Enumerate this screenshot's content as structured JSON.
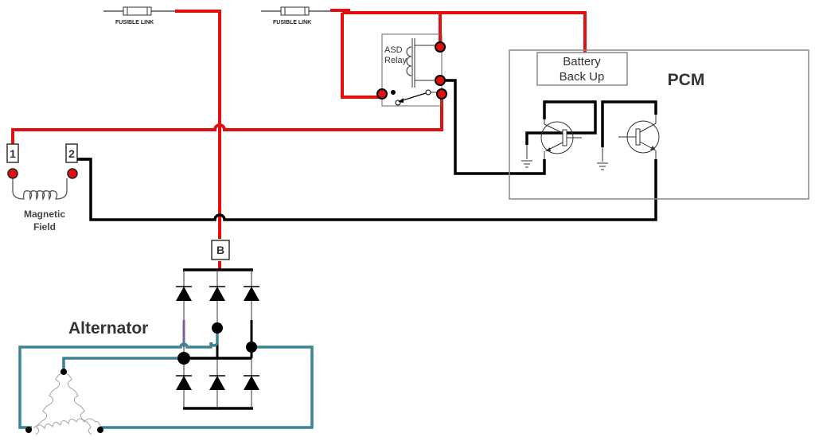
{
  "diagram": {
    "labels": {
      "fusible_link_1": "FUSIBLE LINK",
      "fusible_link_2": "FUSIBLE LINK",
      "asd_relay_line1": "ASD",
      "asd_relay_line2": "Relay",
      "battery_backup_line1": "Battery",
      "battery_backup_line2": "Back Up",
      "pcm": "PCM",
      "terminal_1": "1",
      "terminal_2": "2",
      "terminal_b": "B",
      "magnetic_field_line1": "Magnetic",
      "magnetic_field_line2": "Field",
      "alternator": "Alternator"
    },
    "colors": {
      "power_wire": "#e01010",
      "control_wire": "#000000",
      "stator_wire": "#3b8494",
      "terminal_dot": "#e01010"
    }
  }
}
